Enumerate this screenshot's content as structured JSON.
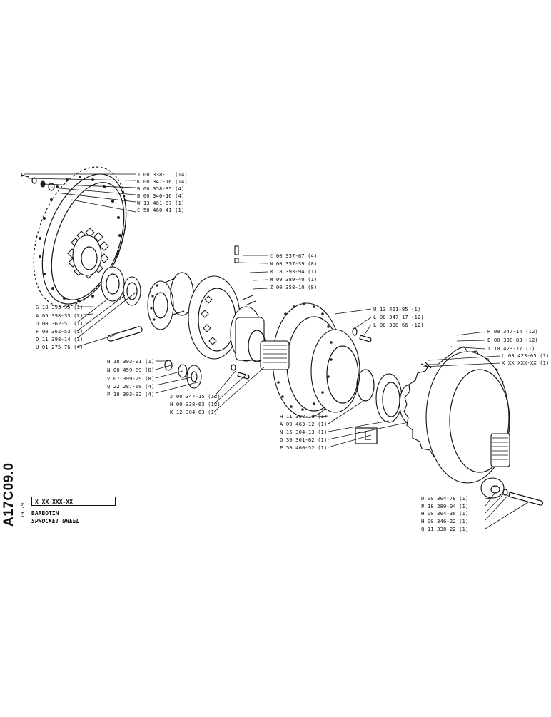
{
  "doc": {
    "code": "A17C09.0",
    "date": "10.79",
    "part_no": "X XX XXX-XX",
    "title_fr": "BARBOTIN",
    "title_en": "SPROCKET WHEEL"
  },
  "callouts": [
    "J 00 338-.. (14)",
    "K 00 347-16 (14)",
    "B 00 358-35 (4)",
    "B 00 346-16 (4)",
    "W 13 461-87 (1)",
    "C 50 460-41 (1)",
    "C 00 357-67 (4)",
    "W 00 357-39 (8)",
    "R 18 393-94 (1)",
    "M 09 389-40 (1)",
    "Z 00 358-10 (8)",
    "S 18 393-95 (1)",
    "A 05 398-33 (2)",
    "D 00 362-51 (1)",
    "F 00 362-53 (1)",
    "D 11 398-14 (1)",
    "U 01 275-76 (4)",
    "U 13 461-85 (1)",
    "L 00 347-17 (12)",
    "L 00 338-66 (12)",
    "H 00 347-14 (12)",
    "E 00 338-83 (12)",
    "T 10 423-77 (1)",
    "L 03 423-65 (1)",
    "X XX XXX-XX (1)",
    "N 18 393-91 (1)",
    "N 00 459-89 (8)",
    "V 07 399-29 (8)",
    "Q 22 287-60 (4)",
    "P 18 393-92 (4)",
    "J 00 347-15 (12)",
    "H 00 338-63 (12)",
    "K 12 304-63 (1)",
    "H 11 398-18 (1)",
    "A 09 463-12 (1)",
    "N 16 304-13 (1)",
    "Q 39 301-62 (1)",
    "P 50 460-52 (1)",
    "D 00 304-78 (1)",
    "P 18 289-04 (1)",
    "H 00 304-36 (1)",
    "H 00 346-22 (1)",
    "Q 11 338-22 (1)"
  ]
}
